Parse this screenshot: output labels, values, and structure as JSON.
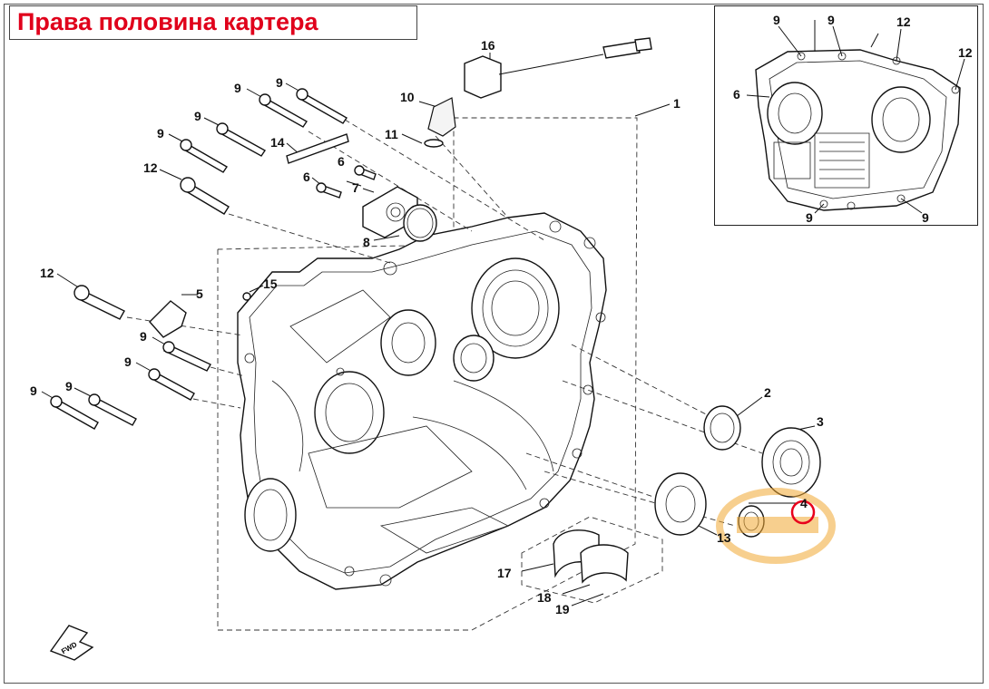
{
  "title": "Права половина картера",
  "callouts": {
    "c1": "1",
    "c2": "2",
    "c3": "3",
    "c4": "4",
    "c5": "5",
    "c6a": "6",
    "c6b": "6",
    "c7": "7",
    "c8": "8",
    "c9a": "9",
    "c9b": "9",
    "c9c": "9",
    "c9d": "9",
    "c9e": "9",
    "c9f": "9",
    "c9g": "9",
    "c9h": "9",
    "c10": "10",
    "c11": "11",
    "c12a": "12",
    "c12b": "12",
    "c13": "13",
    "c14": "14",
    "c15": "15",
    "c16": "16",
    "c17": "17",
    "c18": "18",
    "c19": "19"
  },
  "inset_callouts": {
    "i9a": "9",
    "i9b": "9",
    "i9c": "9",
    "i9d": "9",
    "i12a": "12",
    "i12b": "12",
    "i6": "6"
  },
  "fwd_label": "FWD",
  "colors": {
    "title": "#e0001b",
    "watermark": "#f2a933",
    "highlight": "#e8001c"
  }
}
